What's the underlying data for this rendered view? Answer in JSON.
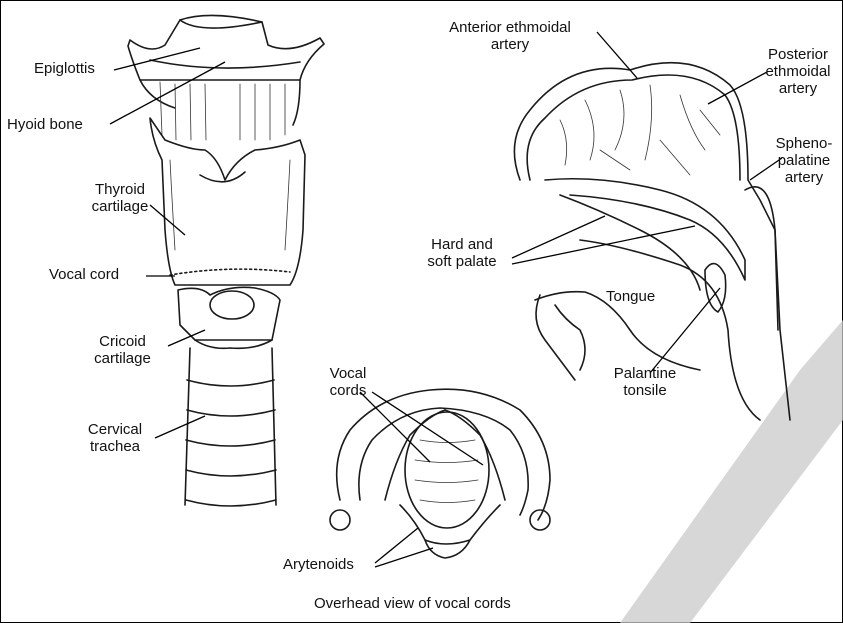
{
  "labels": {
    "epiglottis": "Epiglottis",
    "hyoid_bone": "Hyoid bone",
    "thyroid_cartilage": "Thyroid\ncartilage",
    "vocal_cord": "Vocal cord",
    "cricoid_cartilage": "Cricoid\ncartilage",
    "cervical_trachea": "Cervical\ntrachea",
    "anterior_ethmoidal_artery": "Anterior ethmoidal\nartery",
    "posterior_ethmoidal_artery": "Posterior\nethmoidal\nartery",
    "sphenopalatine_artery": "Spheno-\npalatine\nartery",
    "hard_soft_palate": "Hard and\nsoft palate",
    "tongue": "Tongue",
    "palantine_tonsile": "Palantine\ntonsile",
    "vocal_cords": "Vocal\ncords",
    "arytenoids": "Arytenoids",
    "overhead_caption": "Overhead view of vocal cords"
  },
  "colors": {
    "line": "#1a1a1a",
    "background": "#ffffff",
    "accent_band": "#c9c9c9"
  }
}
